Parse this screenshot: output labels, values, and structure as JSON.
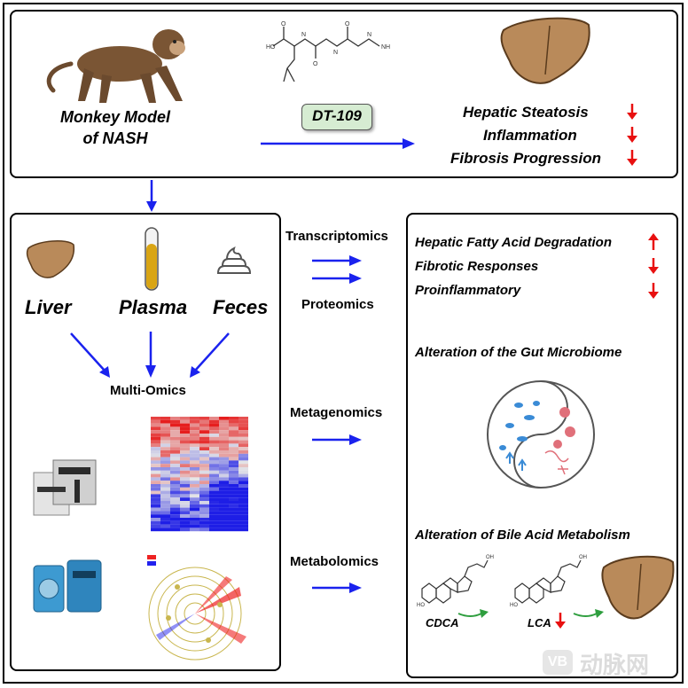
{
  "top": {
    "model_label_line1": "Monkey Model",
    "model_label_line2": "of NASH",
    "drug_label": "DT-109",
    "outcomes": [
      "Hepatic Steatosis",
      "Inflammation",
      "Fibrosis Progression"
    ]
  },
  "samples": {
    "items": [
      "Liver",
      "Plasma",
      "Feces"
    ],
    "multi_omics_label": "Multi-Omics"
  },
  "methods": {
    "transcriptomics": "Transcriptomics",
    "proteomics": "Proteomics",
    "metagenomics": "Metagenomics",
    "metabolomics": "Metabolomics"
  },
  "results": {
    "pathways": [
      {
        "label": "Hepatic Fatty Acid Degradation",
        "direction": "up"
      },
      {
        "label": "Fibrotic Responses",
        "direction": "down"
      },
      {
        "label": "Proinflammatory",
        "direction": "down"
      }
    ],
    "microbiome_title": "Alteration of the Gut Microbiome",
    "bile_acid_title": "Alteration of Bile Acid Metabolism",
    "cdca_label": "CDCA",
    "lca_label": "LCA"
  },
  "watermark": {
    "badge": "VB",
    "text": "动脉网"
  },
  "colors": {
    "arrow_blue": "#1a22ee",
    "arrow_red": "#e81010",
    "arrow_green": "#2e9e3e",
    "liver_brown": "#b98a5a",
    "plasma_yellow": "#d9a514",
    "pill_green": "#d6ecd2"
  }
}
